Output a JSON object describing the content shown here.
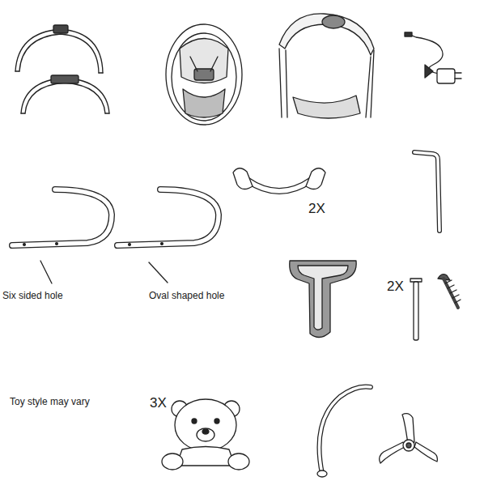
{
  "diagram": {
    "labels": [
      "2X",
      "Six sided hole",
      "Oval shaped hole",
      "2X",
      "Toy style may vary",
      "3X"
    ]
  }
}
